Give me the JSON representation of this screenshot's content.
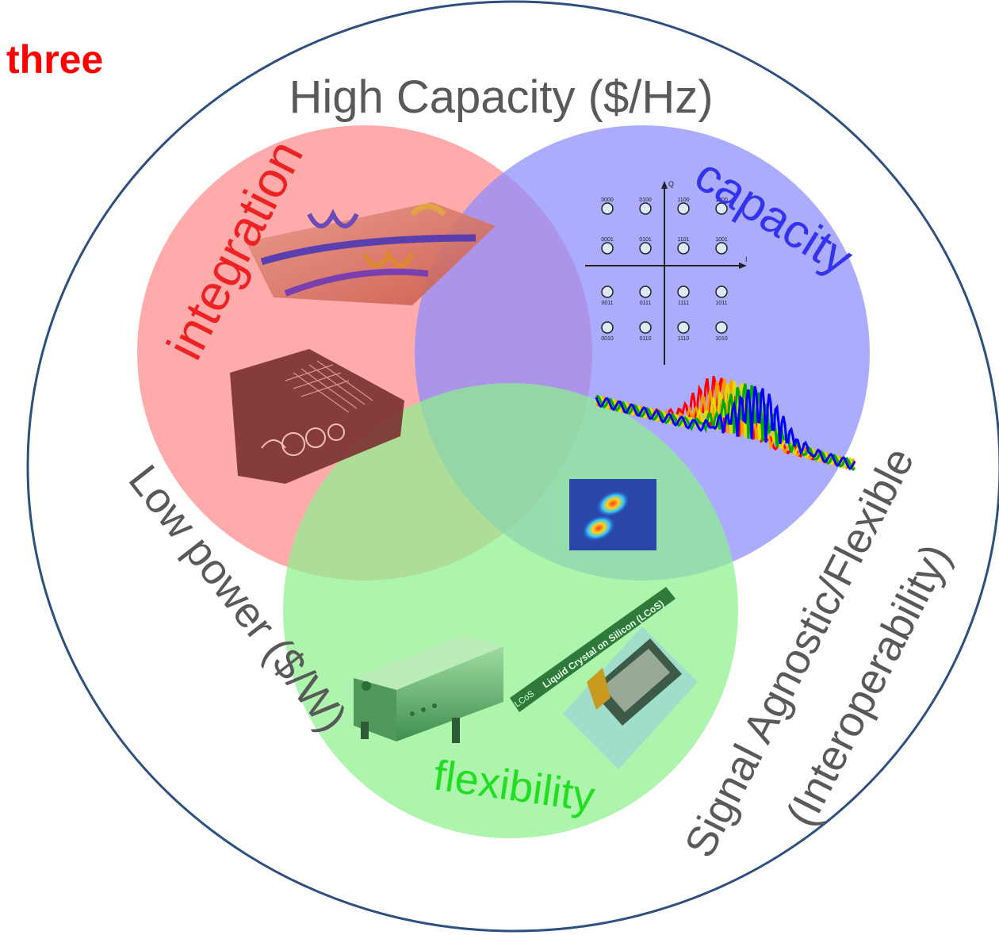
{
  "corner_label": "three",
  "outer_labels": {
    "top": "High Capacity ($/Hz)",
    "left": "Low power ($/W)",
    "right_line1": "Signal Agnostic/Flexible",
    "right_line2": "(Interoperability)"
  },
  "circles": {
    "red": {
      "label": "integration",
      "fill": "#ff8a8a",
      "text_color": "#ee2222"
    },
    "blue": {
      "label": "capacity",
      "fill": "#8c8cff",
      "text_color": "#3333ee"
    },
    "green": {
      "label": "flexibility",
      "fill": "#8ef08e",
      "text_color": "#22dd22"
    }
  },
  "outer_ring_color": "#2f4f7f",
  "label_gray": "#595959",
  "constellation": {
    "axis_q": "Q",
    "axis_i": "I",
    "codes": [
      "0000",
      "0100",
      "1100",
      "1000",
      "0001",
      "0101",
      "1101",
      "1001",
      "0011",
      "0111",
      "1111",
      "1011",
      "0010",
      "0110",
      "1110",
      "1010"
    ]
  },
  "lcos_label": "Liquid Crystal on Silicon (LCoS)",
  "lcos_brand": "LCoS"
}
